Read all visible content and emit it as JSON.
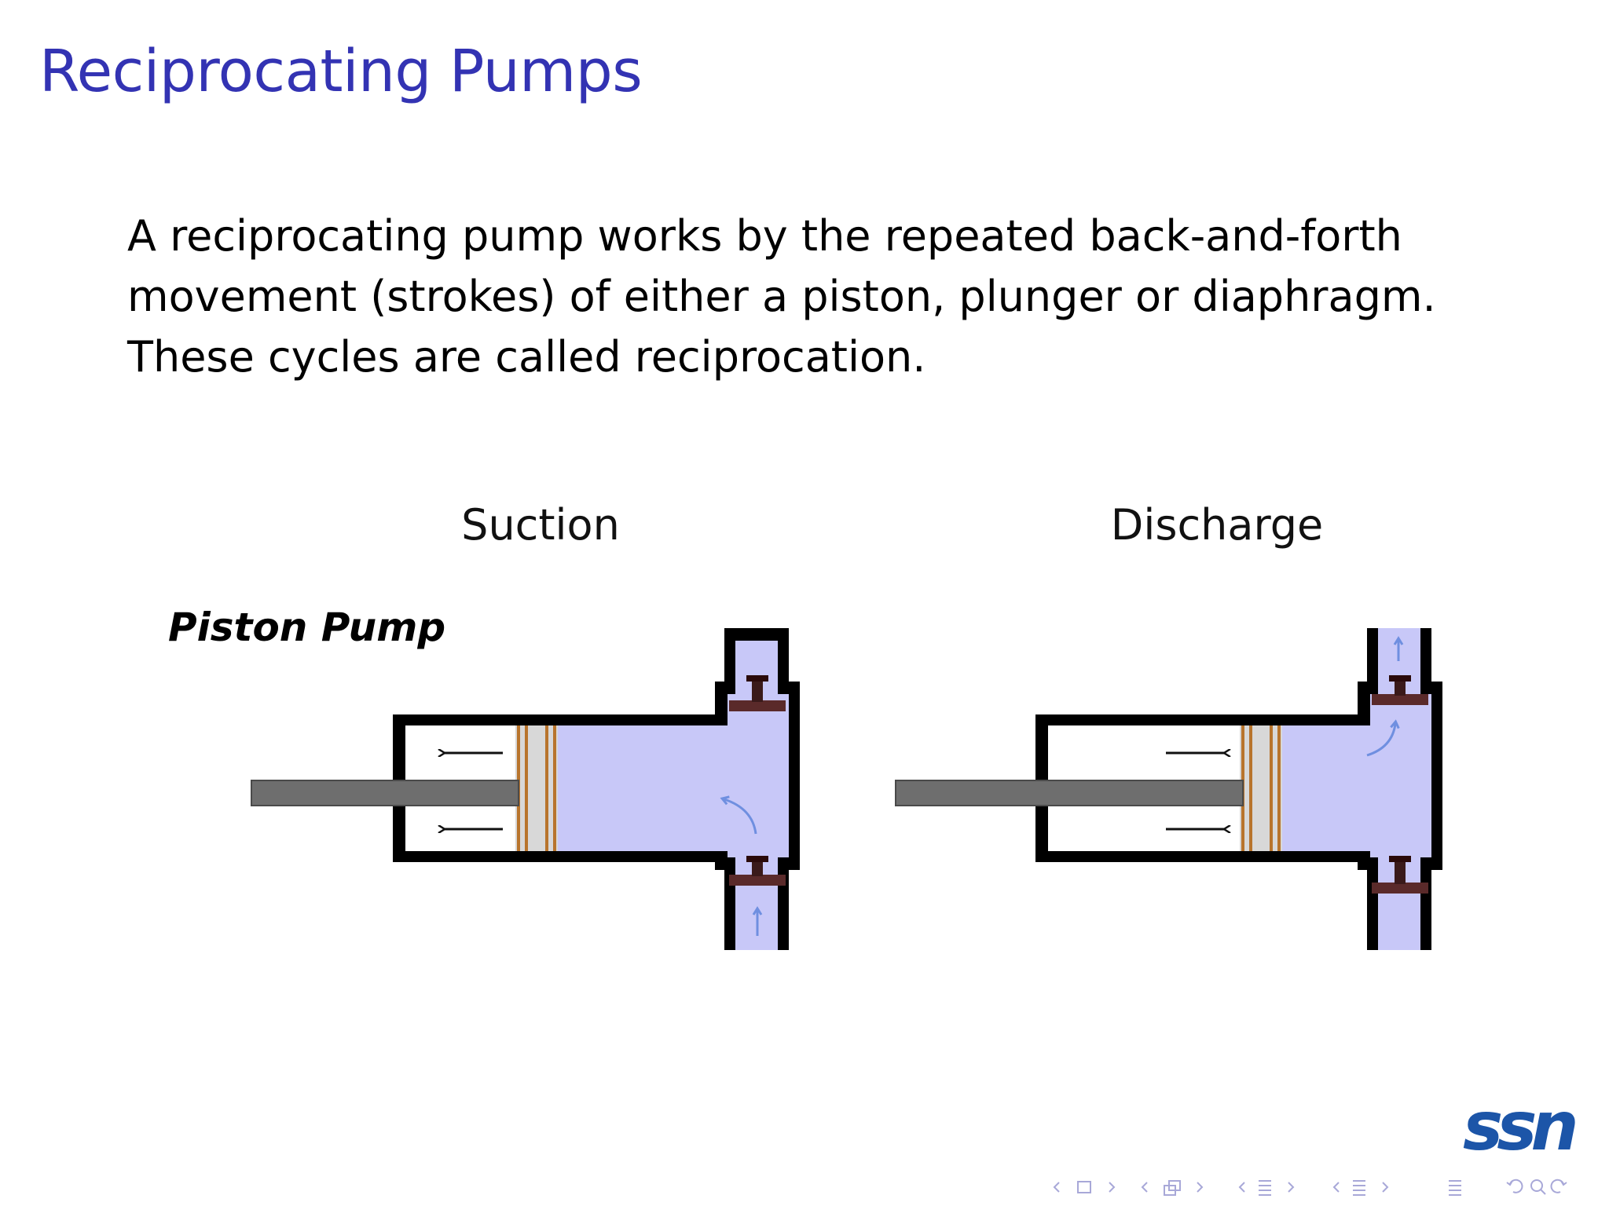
{
  "slide": {
    "title": "Reciprocating Pumps",
    "body": "A reciprocating pump works by the repeated back-and-forth movement (strokes) of either a piston, plunger or diaphragm. These cycles are called reciprocation."
  },
  "diagram": {
    "suction_label": "Suction",
    "discharge_label": "Discharge",
    "pump_type_label": "Piston Pump"
  },
  "logo": {
    "text": "ssn"
  },
  "navigation": {
    "items": [
      "nav-prev-frame",
      "nav-frame",
      "nav-next-frame",
      "nav-prev-subsection",
      "nav-subsection",
      "nav-next-subsection",
      "nav-prev-section",
      "nav-section",
      "nav-next-section",
      "nav-outline",
      "nav-back",
      "nav-search",
      "nav-forward"
    ]
  },
  "colors": {
    "title": "#3333b3",
    "fluid": "#c8c8f8",
    "valve": "#5a2a2a",
    "piston_ring": "#b8742c",
    "rod": "#6e6e6e",
    "flow_arrow": "#6f8fe0",
    "logo": "#1c55a8"
  }
}
